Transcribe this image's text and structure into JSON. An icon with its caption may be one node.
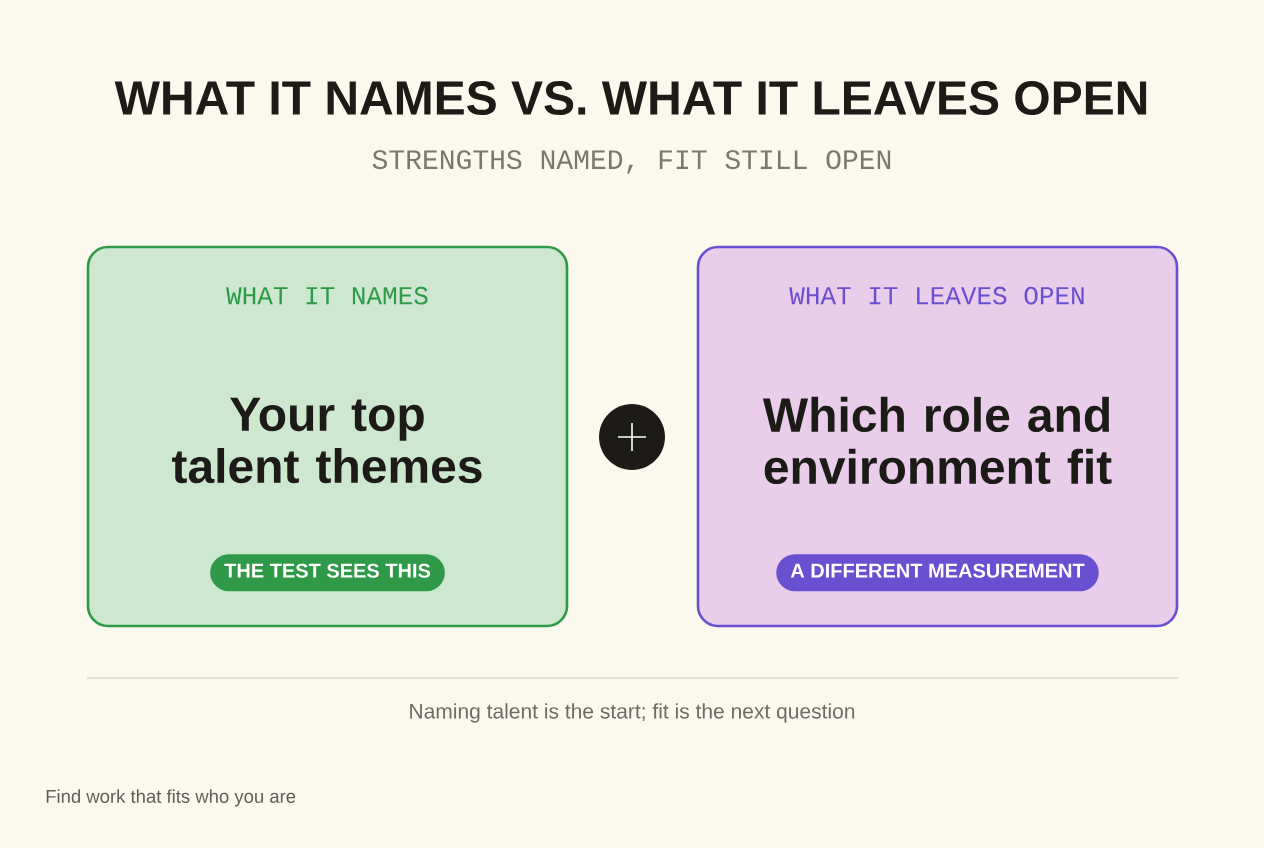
{
  "diagram": {
    "title": "WHAT IT NAMES VS. WHAT IT LEAVES OPEN",
    "nodes": [
      {
        "text": [
          "WHAT IT NAMES",
          "Your top talent themes"
        ]
      },
      {
        "text": [
          "THE TEST SEES THIS"
        ],
        "in": 0
      },
      {
        "text": [
          "WHAT IT LEAVES OPEN",
          "Which role and environment fit"
        ]
      },
      {
        "text": [
          "A DIFFERENT MEASUREMENT"
        ],
        "in": 2
      }
    ],
    "labels": [
      "STRENGTHS NAMED, FIT STILL OPEN",
      "Naming talent is the start; fit is the next question",
      "Find work that fits who you are"
    ]
  }
}
